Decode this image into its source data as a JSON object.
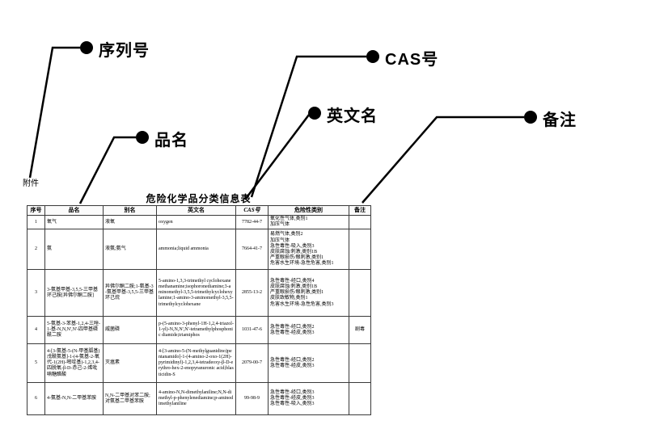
{
  "document": {
    "attachment_label": "附件",
    "table_title": "危险化学品分类信息表"
  },
  "callouts": {
    "serial": {
      "label": "序列号"
    },
    "name": {
      "label": "品名"
    },
    "english": {
      "label": "英文名"
    },
    "cas": {
      "label": "CAS号"
    },
    "note": {
      "label": "备注"
    }
  },
  "table": {
    "headers": {
      "seq": "序号",
      "name": "品名",
      "alias": "别名",
      "english": "英文名",
      "cas": "CAS号",
      "hazard": "危险性类别",
      "note": "备注"
    },
    "rows": [
      {
        "seq": "1",
        "name": "氧气",
        "alias": "液氧",
        "english": "oxygen",
        "cas": "7782-44-7",
        "hazard": "氧化性气体,类别1\n加压气体",
        "note": ""
      },
      {
        "seq": "2",
        "name": "氨",
        "alias": "液氨;氨气",
        "english": "ammonia;liquid ammonia",
        "cas": "7664-41-7",
        "hazard": "易燃气体,类别2\n加压气体\n急性毒性-吸入,类别3\n皮肤腐蚀/刺激,类别1B\n严重眼损伤/眼刺激,类别1\n危害水生环境-急性危害,类别1",
        "note": ""
      },
      {
        "seq": "3",
        "name": "3-氨基甲基-3,5,5-三甲基环己胺[异佛尔酮二胺]",
        "alias": "异佛尔酮二胺;1-氨基-3-氨基甲基-3,5,5-三甲基环己烷",
        "english": "5-amino-1,3,3-trimethyl cyclohexanemethanamine;isophoronediamine;3-aminomethyl-3,5,5-trimethylcyclohexylamine;1-amino-3-aminomethyl-3,5,5-trimethylcyclohexane",
        "cas": "2855-13-2",
        "hazard": "急性毒性-经口,类别4\n皮肤腐蚀/刺激,类别1B\n严重眼损伤/眼刺激,类别1\n皮肤致敏物,类别1\n危害水生环境-急性危害,类别3",
        "note": ""
      },
      {
        "seq": "4",
        "name": "5-氨基-3-苯基-1,2,4-三唑-1-基-N,N,N',N'-四甲基磷酰二胺",
        "alias": "威菌磷",
        "english": "p-(5-amino-3-phenyl-1H-1,2,4-triazol-1-yl)-N,N,N',N'-tetramethylphosphonic diamide;triamiphos",
        "cas": "1031-47-6",
        "hazard": "急性毒性-经口,类别2\n急性毒性-经皮,类别3",
        "note": "剧毒"
      },
      {
        "seq": "5",
        "name": "4-[3-氨基-5-(N-甲基胍基)戊酰氨基]-1-(4-氨基-2-氧代-1(2H)-嘧啶基)-1,2,3,4-四脱氧-β-D-赤己-2-烯吡喃糖醛酸",
        "alias": "灭瘟素",
        "english": "4-[3-amino-5-(N-methylguanidino)pentanamido]-1-(4-amino-2-oxo-1(2H)-pyrimidinyl)-1,2,3,4-tetradeoxy-β-D-erythro-hex-2-enopyranuronic acid;blasticidin-S",
        "cas": "2079-00-7",
        "hazard": "急性毒性-经口,类别2\n急性毒性-经皮,类别3",
        "note": ""
      },
      {
        "seq": "6",
        "name": "4-氨基-N,N-二甲基苯胺",
        "alias": "N,N-二甲基对苯二胺;对氨基二甲基苯胺",
        "english": "4-amino-N,N-dimethylaniline;N,N-dimethyl-p-phenylenediamine;p-aminodimethylaniline",
        "cas": "99-98-9",
        "hazard": "急性毒性-经口,类别3\n急性毒性-经皮,类别3\n急性毒性-吸入,类别3",
        "note": ""
      }
    ]
  }
}
